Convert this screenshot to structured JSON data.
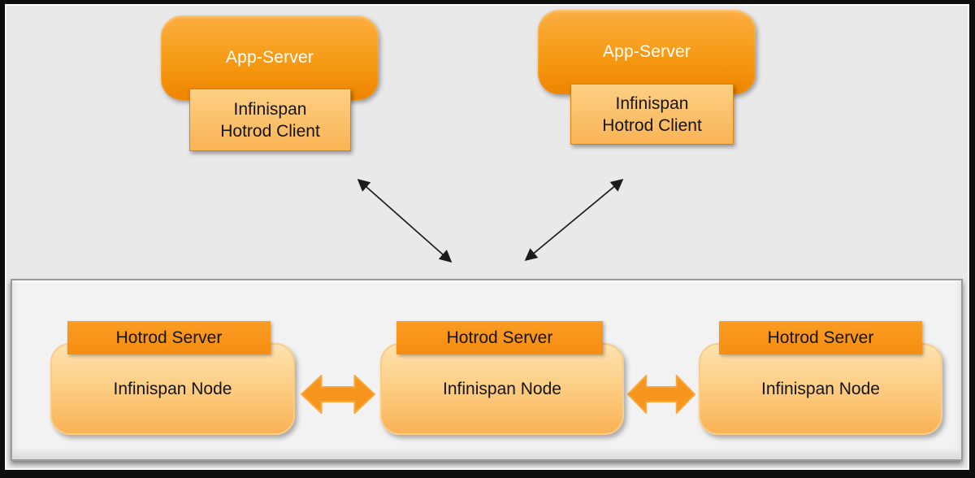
{
  "diagram": {
    "app_servers": [
      {
        "label": "App-Server",
        "client_label": "Infinispan\nHotrod Client"
      },
      {
        "label": "App-Server",
        "client_label": "Infinispan\nHotrod Client"
      }
    ],
    "cluster": {
      "nodes": [
        {
          "header": "Hotrod Server",
          "label": "Infinispan Node"
        },
        {
          "header": "Hotrod Server",
          "label": "Infinispan Node"
        },
        {
          "header": "Hotrod Server",
          "label": "Infinispan Node"
        }
      ]
    },
    "connections": [
      {
        "from": "hotrod-client-1",
        "to": "server-cluster",
        "style": "thin-double-arrow"
      },
      {
        "from": "hotrod-client-2",
        "to": "server-cluster",
        "style": "thin-double-arrow"
      },
      {
        "from": "infinispan-node-1",
        "to": "infinispan-node-2",
        "style": "thick-double-arrow"
      },
      {
        "from": "infinispan-node-2",
        "to": "infinispan-node-3",
        "style": "thick-double-arrow"
      }
    ],
    "colors": {
      "frame": "#0D0D0D",
      "background": "#E9E9E9",
      "cluster_background": "#F2F2F2",
      "cluster_border": "#9B9B9B",
      "orange_solid": "#F7941E",
      "app_box_gradient_top": "#FCAE42",
      "app_box_gradient_bottom": "#EE8500",
      "client_box_gradient_top": "#FDD084",
      "client_box_gradient_bottom": "#F9B355",
      "node_body_gradient_top": "#FDE2B0",
      "node_body_gradient_bottom": "#F9B254",
      "text_dark": "#141414",
      "text_light": "#FFFFFF",
      "thin_arrow": "#1C1C1C"
    }
  }
}
